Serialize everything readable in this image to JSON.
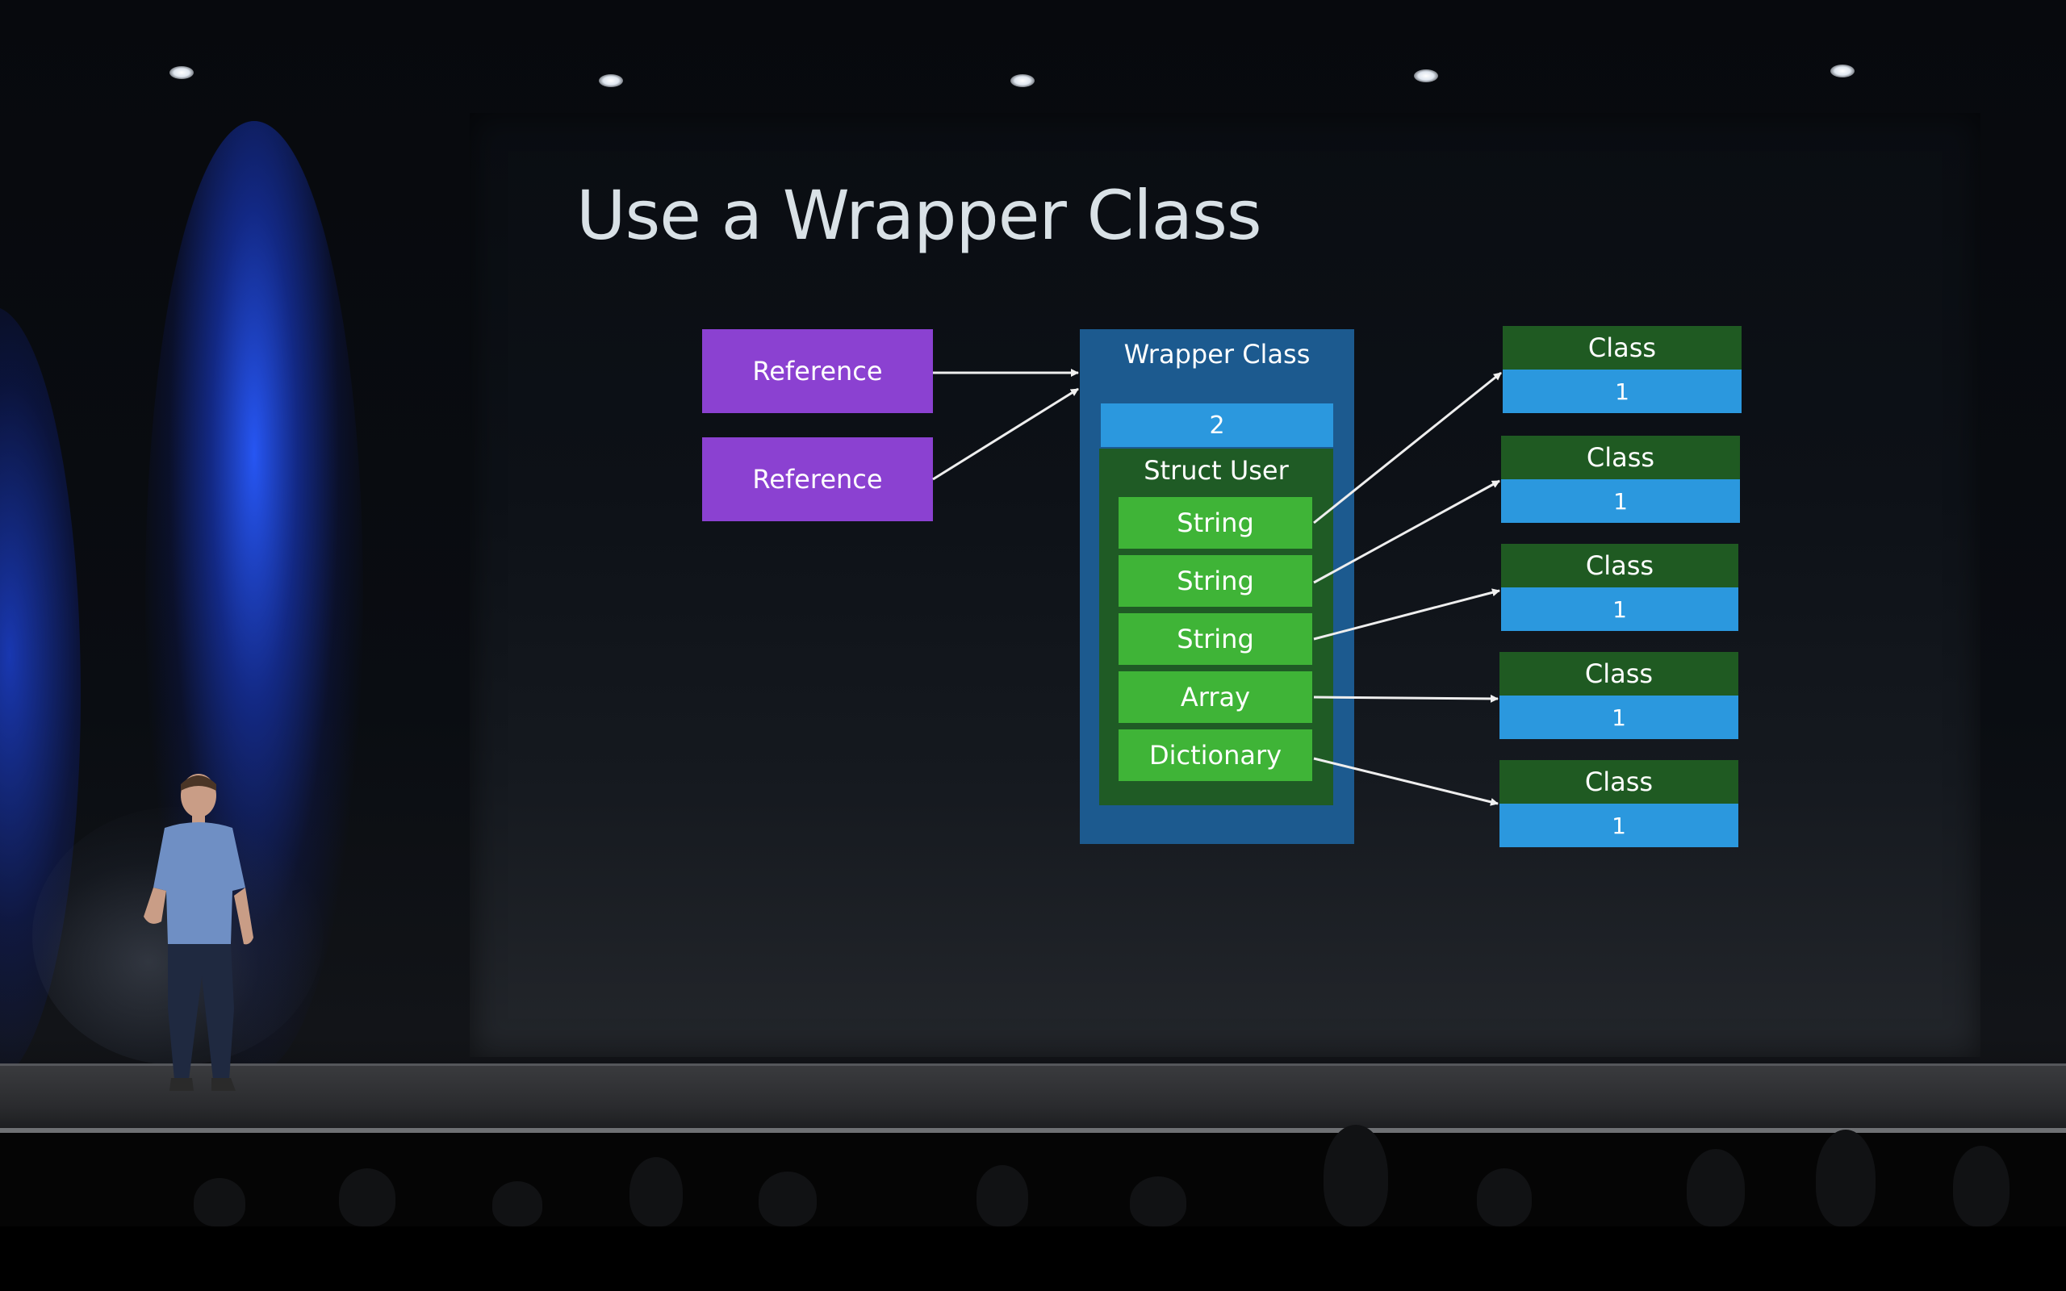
{
  "slide": {
    "title": "Use a Wrapper Class",
    "references": [
      "Reference",
      "Reference"
    ],
    "wrapper": {
      "label": "Wrapper Class",
      "count": "2",
      "struct_label": "Struct User",
      "fields": [
        "String",
        "String",
        "String",
        "Array",
        "Dictionary"
      ]
    },
    "classes": [
      {
        "header": "Class",
        "value": "1"
      },
      {
        "header": "Class",
        "value": "1"
      },
      {
        "header": "Class",
        "value": "1"
      },
      {
        "header": "Class",
        "value": "1"
      },
      {
        "header": "Class",
        "value": "1"
      }
    ]
  },
  "colors": {
    "reference": "#8b41d1",
    "wrapper": "#1c5a8f",
    "count": "#2b98de",
    "struct": "#1f5b25",
    "field": "#3fb437",
    "class_header": "#1f5a22",
    "class_value": "#2b98de",
    "spotlight": "#1a4bff"
  }
}
